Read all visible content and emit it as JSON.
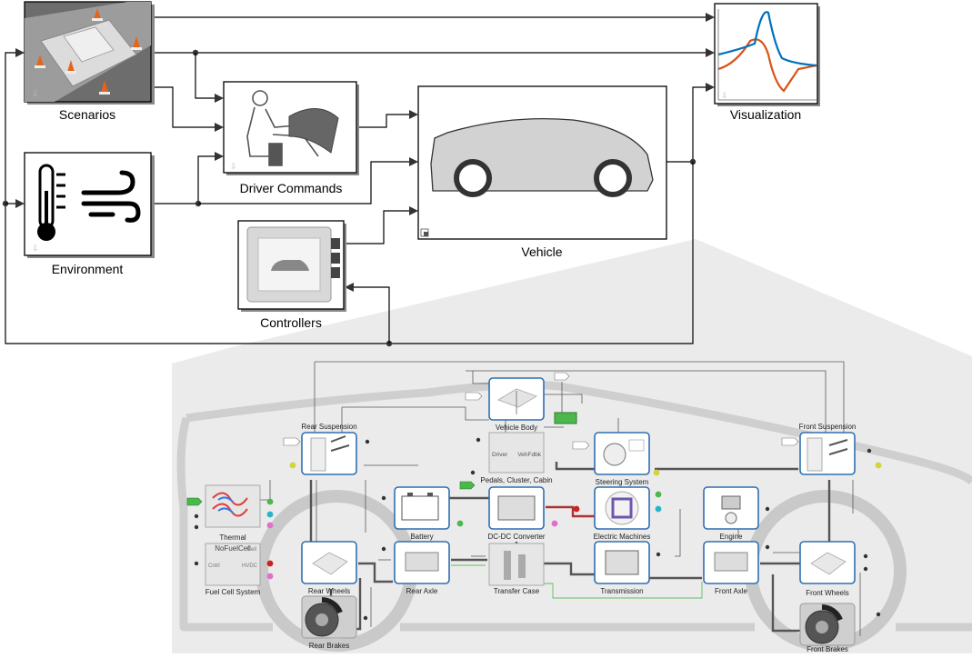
{
  "top_level": {
    "blocks": {
      "scenarios": "Scenarios",
      "environment": "Environment",
      "driver_commands": "Driver Commands",
      "controllers": "Controllers",
      "vehicle": "Vehicle",
      "visualization": "Visualization"
    }
  },
  "vehicle_subsystem": {
    "blocks": {
      "vehicle_body": "Vehicle Body",
      "rear_suspension": "Rear Suspension",
      "front_suspension": "Front Suspension",
      "pedals": "Pedals, Cluster, Cabin",
      "pedals_driver_port": "Driver",
      "pedals_vehfdbk_port": "VehFdbk",
      "steering_system": "Steering System",
      "thermal": "Thermal",
      "battery": "Battery",
      "dcdc": "DC-DC Converter",
      "electric_machines": "Electric Machines",
      "engine": "Engine",
      "fuel_cell": "Fuel Cell System",
      "fuel_cell_variant": "NoFuelCell",
      "fuel_cell_port_cell": "Cell",
      "fuel_cell_port_ctrl": "Cntrl",
      "fuel_cell_port_hvdc": "HVDC",
      "rear_wheels": "Rear Wheels",
      "rear_axle": "Rear Axle",
      "transfer_case": "Transfer Case",
      "transmission": "Transmission",
      "front_axle": "Front Axle",
      "front_wheels": "Front Wheels",
      "rear_brakes": "Rear Brakes",
      "front_brakes": "Front Brakes"
    }
  },
  "colors": {
    "subsystem_border": "#2f6fb0",
    "plot_orange": "#d95319",
    "plot_blue": "#0072bd",
    "thermal_red": "#e23b3b",
    "thermal_blue": "#3b7be2",
    "port_yellow": "#d4d43a",
    "port_green": "#4cb84c",
    "port_cyan": "#2ab3c6",
    "port_pink": "#e070c8",
    "port_red": "#cc2222"
  }
}
